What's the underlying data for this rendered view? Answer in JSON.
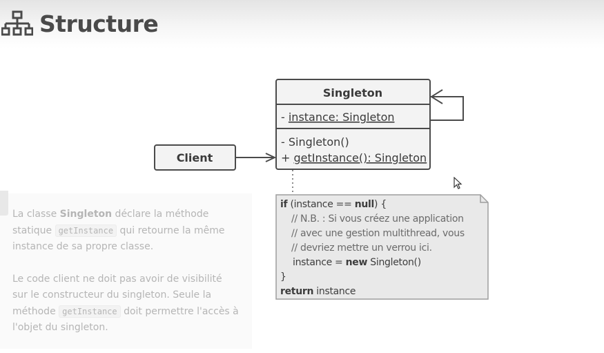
{
  "header": {
    "title": "Structure",
    "icon": "sitemap-icon"
  },
  "diagram": {
    "singleton_class": {
      "name": "Singleton",
      "attribute": {
        "prefix": "- ",
        "text": "instance: Singleton"
      },
      "method_1": "- Singleton()",
      "method_2": {
        "prefix": "+ ",
        "text": "getInstance(): Singleton"
      }
    },
    "client_box": {
      "name": "Client"
    }
  },
  "code_note": {
    "line1": {
      "kw1": "if",
      "mid": " (instance == ",
      "kw2": "null",
      "end": ") {"
    },
    "comment1": "// N.B. : Si vous créez une application",
    "comment2": "// avec une gestion multithread, vous",
    "comment3": "// devriez mettre un verrou ici.",
    "line5": {
      "pre": "instance = ",
      "kw": "new",
      "post": " Singleton()"
    },
    "line6": "}",
    "line7": {
      "kw": "return",
      "post": " instance"
    }
  },
  "description": {
    "p1": {
      "a": "La classe ",
      "b": "Singleton",
      "c": " déclare la méthode statique ",
      "code": "getInstance",
      "d": " qui retourne la même instance de sa propre classe."
    },
    "p2": {
      "a": "Le code client ne doit pas avoir de visibilité sur le constructeur du singleton. Seule la méthode ",
      "code": "getInstance",
      "b": " doit permettre l'accès à l'objet du singleton."
    }
  },
  "colors": {
    "border": "#4a4a4a",
    "note_bg": "#e9e9e9",
    "text": "#3a3a3a",
    "muted_text": "#b5b5b5"
  }
}
